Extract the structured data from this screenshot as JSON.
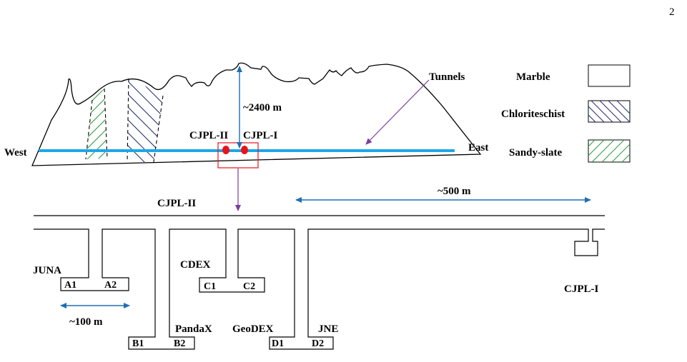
{
  "page": {
    "number": "2"
  },
  "colors": {
    "tunnel": "#1ea7e8",
    "arrow_purple": "#7a3d9e",
    "arrow_blue": "#1f6fb5",
    "lab_marker": "#e8141a",
    "sandy_slate_hatch": "#2a9a3a",
    "chloriteschist_hatch": "#1f2d6b"
  },
  "mountain": {
    "west_label": "West",
    "east_label": "East",
    "depth_label": "~2400 m",
    "tunnels_label": "Tunnels",
    "lab_ii_label": "CJPL-II",
    "lab_i_label": "CJPL-I"
  },
  "legend": {
    "items": [
      {
        "label": "Marble",
        "pattern": "none"
      },
      {
        "label": "Chloriteschist",
        "pattern": "chloriteschist"
      },
      {
        "label": "Sandy-slate",
        "pattern": "sandy-slate"
      }
    ]
  },
  "layout": {
    "title": "CJPL-II",
    "span_label": "~500 m",
    "scale_label": "~100 m",
    "cjpl_i_label": "CJPL-I",
    "experiments": [
      {
        "name": "JUNA",
        "halls": [
          "A1",
          "A2"
        ]
      },
      {
        "name": "PandaX",
        "halls": [
          "B1",
          "B2"
        ]
      },
      {
        "name": "CDEX",
        "halls": [
          "C1",
          "C2"
        ]
      },
      {
        "name": "GeoDEX",
        "halls": [
          "D1",
          "D2"
        ]
      },
      {
        "name": "JNE",
        "halls": []
      }
    ]
  }
}
